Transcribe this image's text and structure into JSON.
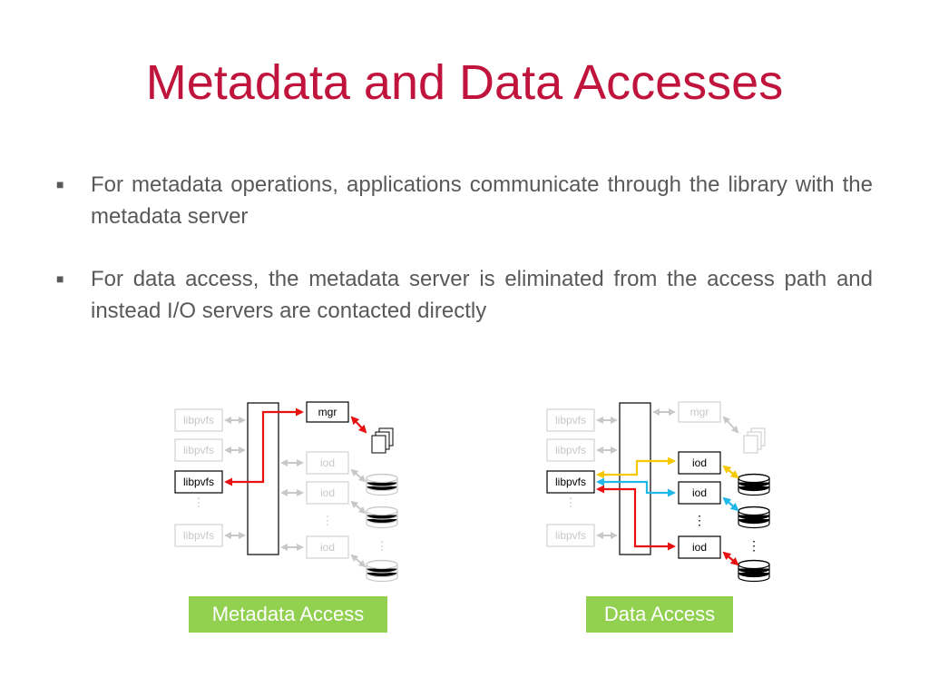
{
  "slide": {
    "title": "Metadata and Data Accesses",
    "bullets": [
      "For metadata operations, applications communicate through the library with the metadata server",
      "For data access, the metadata server is eliminated from the access path and instead I/O servers are contacted directly"
    ]
  },
  "diagrams": {
    "labels": {
      "client": "libpvfs",
      "manager": "mgr",
      "io_server": "iod"
    },
    "metadata_caption": "Metadata Access",
    "data_caption": "Data Access"
  },
  "colors": {
    "title": "#c0143c",
    "body_text": "#595959",
    "caption_bg": "#92d050",
    "metadata_path": "#e81010",
    "data_path_1": "#f5c800",
    "data_path_2": "#20b8e8",
    "data_path_3": "#e81010",
    "inactive": "#c8c8c8"
  },
  "icons": [
    "bullet-square-icon",
    "file-stack-icon",
    "disk-stack-icon",
    "double-arrow-icon"
  ]
}
